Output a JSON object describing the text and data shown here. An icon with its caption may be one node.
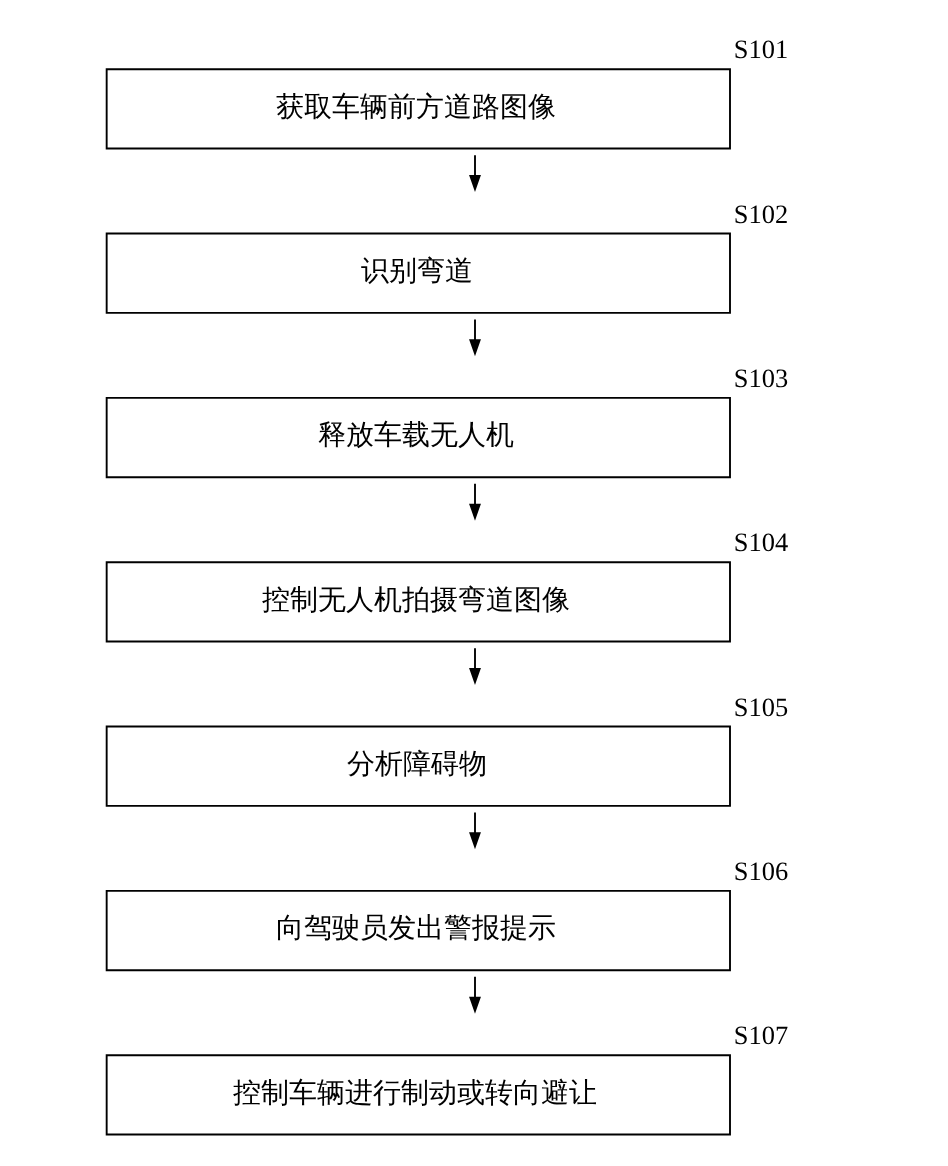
{
  "diagram": {
    "nodes": [
      {
        "text": [
          "获取车辆前方道路图像"
        ],
        "beside": [
          "S101"
        ]
      },
      {
        "text": [
          "识别弯道"
        ],
        "beside": [
          "S102"
        ]
      },
      {
        "text": [
          "释放车载无人机"
        ],
        "beside": [
          "S103"
        ]
      },
      {
        "text": [
          "控制无人机拍摄弯道图像"
        ],
        "beside": [
          "S104"
        ]
      },
      {
        "text": [
          "分析障碍物"
        ],
        "beside": [
          "S105"
        ]
      },
      {
        "text": [
          "向驾驶员发出警报提示"
        ],
        "beside": [
          "S106"
        ]
      },
      {
        "text": [
          "控制车辆进行制动或转向避让"
        ],
        "beside": [
          "S107"
        ]
      }
    ],
    "edges": [
      {
        "from": 0,
        "to": 1,
        "arrow": "to"
      },
      {
        "from": 1,
        "to": 2,
        "arrow": "to"
      },
      {
        "from": 2,
        "to": 3,
        "arrow": "to"
      },
      {
        "from": 3,
        "to": 4,
        "arrow": "to"
      },
      {
        "from": 4,
        "to": 5,
        "arrow": "to"
      },
      {
        "from": 5,
        "to": 6,
        "arrow": "to"
      }
    ]
  }
}
